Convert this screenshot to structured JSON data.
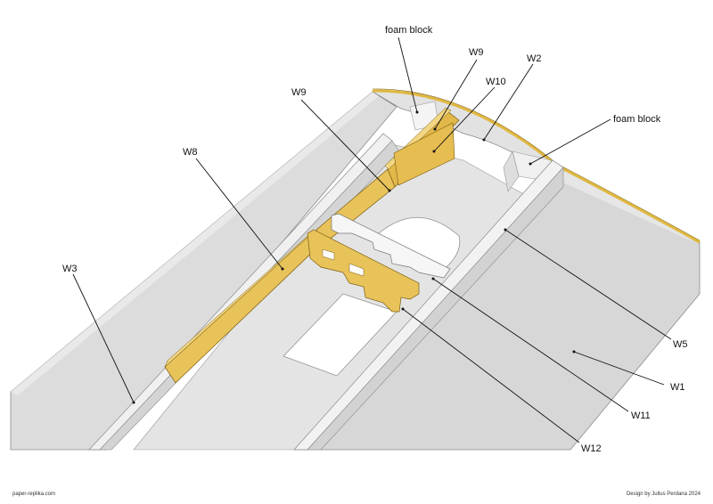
{
  "labels": {
    "foam_block_top": "foam block",
    "foam_block_right": "foam block",
    "w9_top": "W9",
    "w2": "W2",
    "w10": "W10",
    "w9_left": "W9",
    "w8": "W8",
    "w3": "W3",
    "w5": "W5",
    "w1": "W1",
    "w11": "W11",
    "w12": "W12"
  },
  "footer": {
    "left": "paper-replika.com",
    "right": "Design by Julius Perdana 2024"
  },
  "colors": {
    "paper_light": "#eeeeee",
    "paper_mid": "#d9d9d9",
    "paper_dark": "#c8c8c8",
    "part_yellow": "#e8c35a",
    "part_yellow_dark": "#c79f35",
    "edge": "#555555"
  }
}
